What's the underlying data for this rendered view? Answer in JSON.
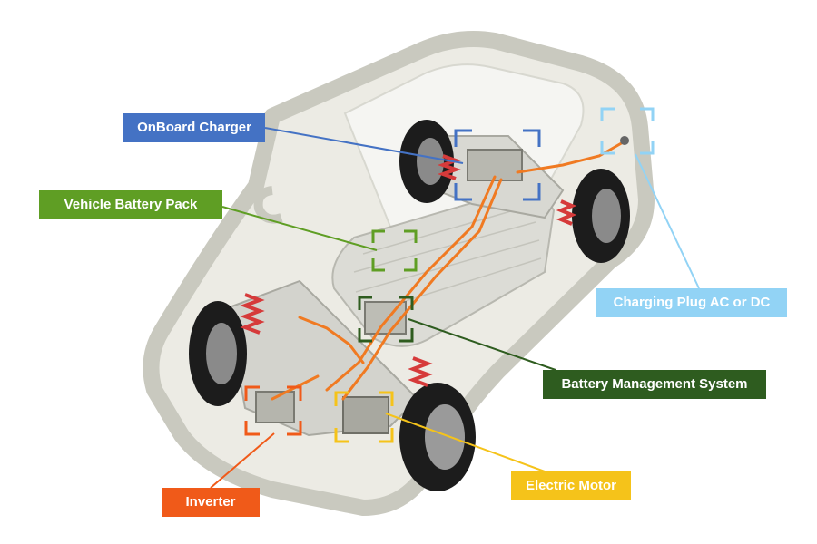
{
  "labels": {
    "onboard_charger": "OnBoard Charger",
    "vehicle_battery_pack": "Vehicle Battery Pack",
    "charging_plug": "Charging Plug AC or DC",
    "battery_management_system": "Battery Management System",
    "electric_motor": "Electric Motor",
    "inverter": "Inverter"
  },
  "colors": {
    "onboard_charger": "#4472c4",
    "vehicle_battery_pack": "#5f9e24",
    "charging_plug": "#92d3f5",
    "battery_management_system": "#2e5c1f",
    "electric_motor": "#f5c31a",
    "inverter": "#f05a19",
    "car_outline": "#c9c9bf",
    "wiring": "#f07a22"
  }
}
